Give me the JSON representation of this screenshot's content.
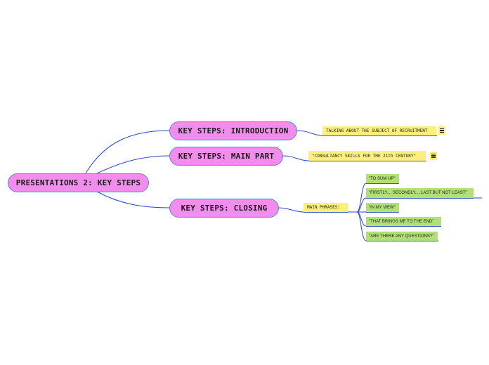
{
  "colors": {
    "topic_fill": "#f28ced",
    "topic_border": "#5f83d9",
    "note_yellow": "#fdf07a",
    "note_green": "#b0e076",
    "link": "#2a46c9"
  },
  "root": {
    "label": "PRESENTATIONS 2: KEY STEPS"
  },
  "topics": {
    "introduction": {
      "label": "KEY STEPS: INTRODUCTION"
    },
    "main_part": {
      "label": "KEY STEPS: MAIN PART"
    },
    "closing": {
      "label": "KEY STEPS: CLOSING"
    }
  },
  "notes": {
    "introduction": {
      "label": "TALKING ABOUT THE SUBJECT OF RECRUITMENT",
      "icon": "notes-icon"
    },
    "main_part": {
      "label": "\"CONSULTANCY SKILLS FOR THE 21th CENTURY\"",
      "icon": "notes-icon"
    },
    "closing": {
      "label": "MAIN PHRASES:"
    }
  },
  "phrases": [
    {
      "label": "\"TO SUM UP\""
    },
    {
      "label": "\"FIRSTLY..., SECONDLY..., LAST BUT NOT LEAST\""
    },
    {
      "label": "\"IN MY VIEW\""
    },
    {
      "label": "\"THAT BRINGS ME TO THE END\""
    },
    {
      "label": "\"ARE THERE ANY QUESTIONS?\""
    }
  ]
}
